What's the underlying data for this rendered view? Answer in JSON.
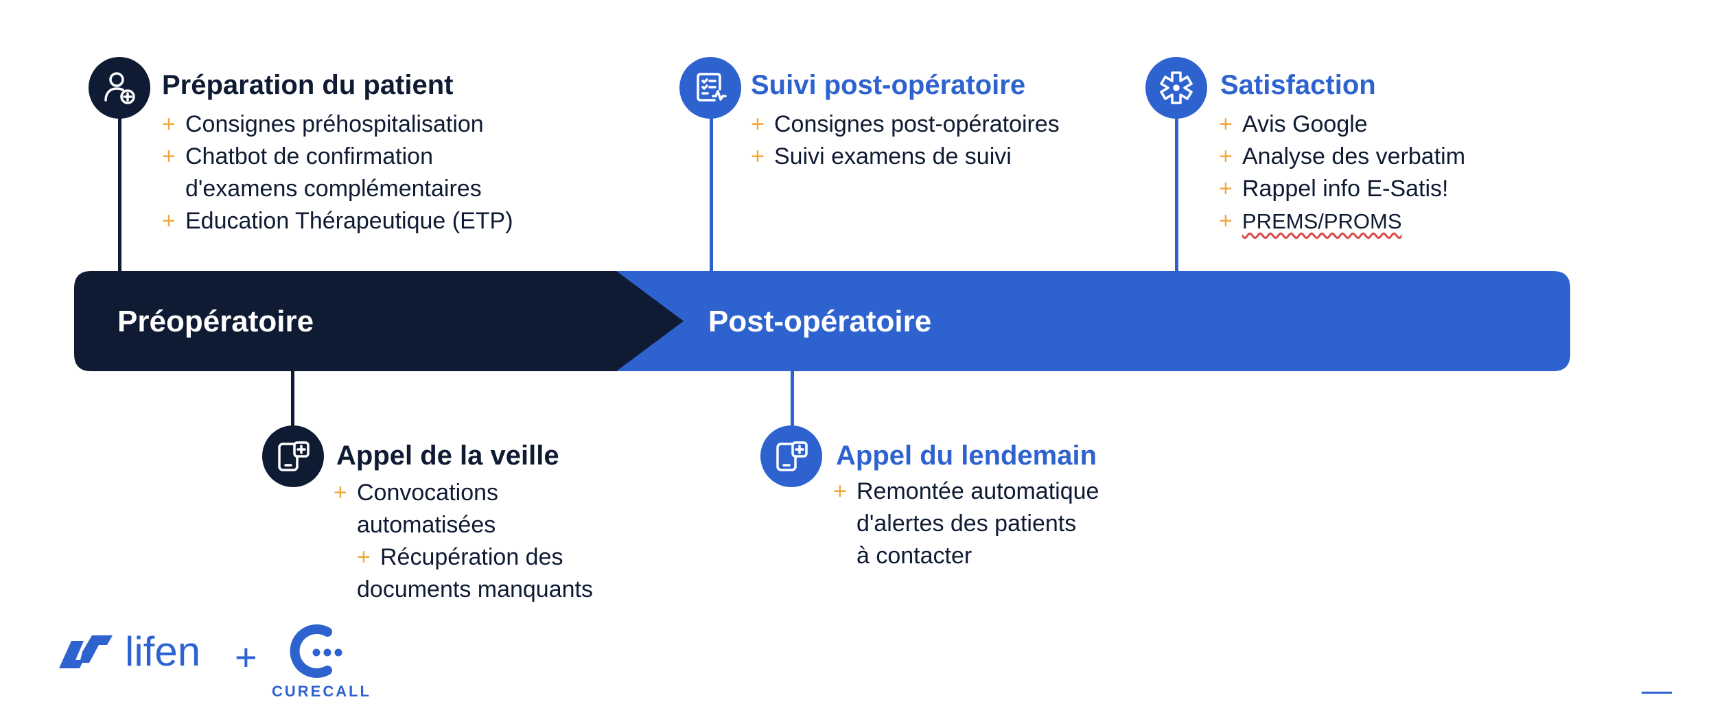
{
  "colors": {
    "dark": "#0f1a33",
    "blue": "#2e63cf",
    "accent": "#f2a93b",
    "white": "#ffffff"
  },
  "bar": {
    "pre_label": "Préopératoire",
    "post_label": "Post-opératoire"
  },
  "preparation": {
    "icon": "user-plus-icon",
    "title": "Préparation du patient",
    "items": [
      "Consignes préhospitalisation",
      "Chatbot de confirmation",
      "d'examens complémentaires",
      "Education Thérapeutique (ETP)"
    ]
  },
  "suivi": {
    "icon": "clipboard-checklist-icon",
    "title": "Suivi post-opératoire",
    "items": [
      "Consignes post-opératoires",
      "Suivi examens de suivi"
    ]
  },
  "satisfaction": {
    "icon": "star-badge-icon",
    "title": "Satisfaction",
    "items": [
      "Avis Google",
      "Analyse des verbatim",
      "Rappel info E-Satis!",
      "PREMS/PROMS"
    ]
  },
  "veille": {
    "icon": "phone-plus-icon",
    "title": "Appel de la veille",
    "items": [
      "Convocations",
      "automatisées",
      "Récupération des",
      "documents manquants"
    ]
  },
  "lendemain": {
    "icon": "phone-plus-icon",
    "title": "Appel du lendemain",
    "items": [
      "Remontée automatique",
      "d'alertes des patients",
      "à contacter"
    ]
  },
  "footer": {
    "lifen": "lifen",
    "plus": "+",
    "curecall": "CURECALL"
  }
}
